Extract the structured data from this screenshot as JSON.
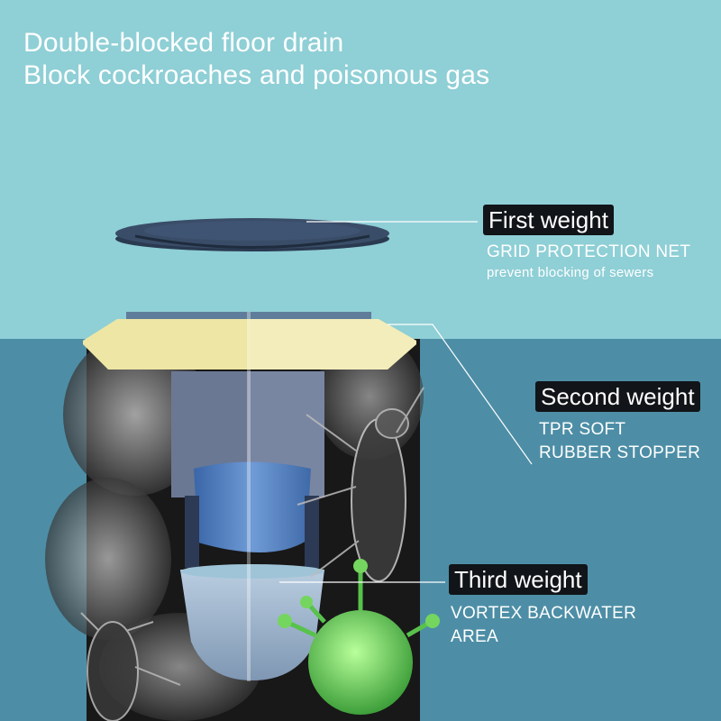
{
  "header": {
    "title_line1": "Double-blocked floor drain",
    "title_line2": "Block cockroaches and poisonous gas"
  },
  "callouts": [
    {
      "tag": "First weight",
      "line1": "GRID PROTECTION NET",
      "line2": "prevent blocking of sewers"
    },
    {
      "tag": "Second weight",
      "line1": "TPR SOFT",
      "line2": "RUBBER STOPPER"
    },
    {
      "tag": "Third weight",
      "line1": "VORTEX BACKWATER",
      "line2": "AREA"
    }
  ],
  "colors": {
    "sky": "#8fcfd6",
    "floor": "#4d8ea6",
    "lid": "#eee6a4",
    "grid_cap": "#34475f",
    "stopper": "#4c78bd"
  }
}
